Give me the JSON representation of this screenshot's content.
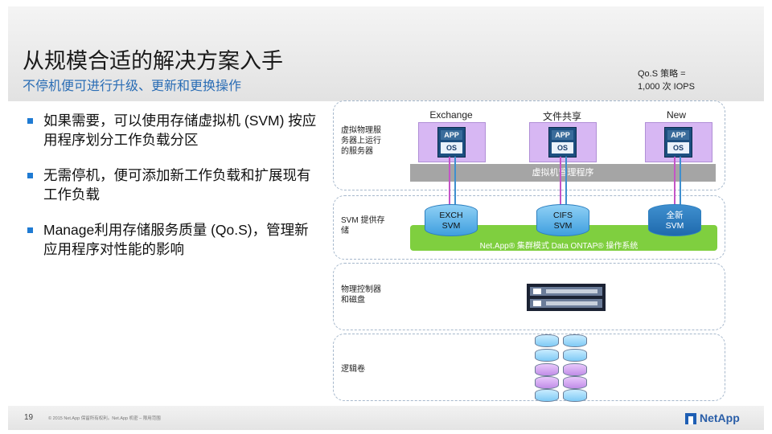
{
  "slide": {
    "title": "从规模合适的解决方案入手",
    "subtitle": "不停机便可进行升级、更新和更换操作",
    "qos_note_line1": "Qo.S 策略 =",
    "qos_note_line2": "1,000 次 IOPS"
  },
  "bullets": [
    "如果需要，可以使用存储虚拟机 (SVM) 按应用程序划分工作负载分区",
    "无需停机，便可添加新工作负载和扩展现有工作负载",
    "Manage利用存储服务质量 (Qo.S)，管理新应用程序对性能的影响"
  ],
  "diagram": {
    "layer_labels": {
      "vm_host": "虚拟物理服务器上运行的服务器",
      "svm_provide": "SVM 提供存储",
      "controller": "物理控制器和磁盘",
      "logical_volume": "逻辑卷"
    },
    "columns": [
      "Exchange",
      "文件共享",
      "New"
    ],
    "app_label": "APP",
    "os_label": "OS",
    "hypervisor_label": "虚拟机管理程序",
    "svms": [
      {
        "line1": "EXCH",
        "line2": "SVM"
      },
      {
        "line1": "CIFS",
        "line2": "SVM"
      },
      {
        "line1": "全新",
        "line2": "SVM"
      }
    ],
    "cluster_label": "Net.App® 集群模式 Data ONTAP® 操作系统"
  },
  "footer": {
    "page_number": "19",
    "copyright": "© 2015 Net.App 保留所有权利。Net.App 机密 – 限用范围",
    "logo_text": "NetApp"
  },
  "colors": {
    "accent_blue": "#1f7bd3",
    "subtitle_blue": "#2a6db5",
    "vm_purple": "#d7b7f3",
    "cluster_green": "#7fcf3f",
    "hypervisor_gray": "#a5a5a5"
  }
}
